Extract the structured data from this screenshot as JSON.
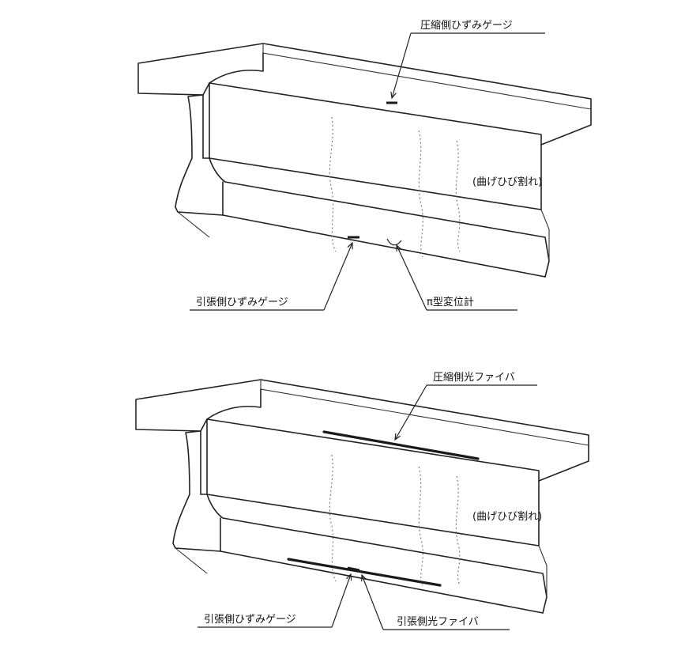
{
  "colors": {
    "line": "#222222",
    "crack": "#666666",
    "background": "#ffffff"
  },
  "top": {
    "compression_gauge_label": "圧縮側ひずみゲージ",
    "crack_label": "(曲げひび割れ)",
    "tension_gauge_label": "引張側ひずみゲージ",
    "displacement_gauge_label": "π型変位計"
  },
  "bottom": {
    "compression_fiber_label": "圧縮側光ファイバ",
    "crack_label": "(曲げひび割れ)",
    "tension_gauge_label": "引張側ひずみゲージ",
    "tension_fiber_label": "引張側光ファイバ"
  }
}
